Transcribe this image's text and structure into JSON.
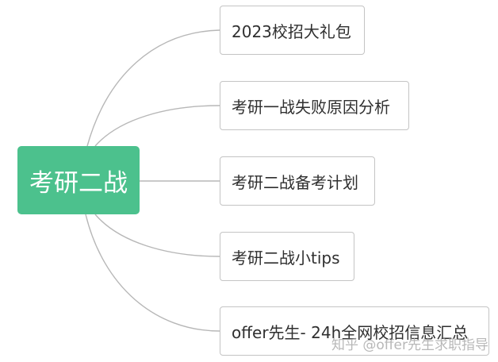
{
  "root": {
    "label": "考研二战"
  },
  "children": [
    {
      "label": "2023校招大礼包"
    },
    {
      "label": "考研一战失败原因分析"
    },
    {
      "label": "考研二战备考计划"
    },
    {
      "label": "考研二战小tips"
    },
    {
      "label": "offer先生- 24h全网校招信息汇总"
    }
  ],
  "watermark": "知乎 @offer先生求职指导",
  "colors": {
    "root_fill": "#4cc18d",
    "connector": "#b7b7b7",
    "node_border": "#c4c4c4"
  }
}
